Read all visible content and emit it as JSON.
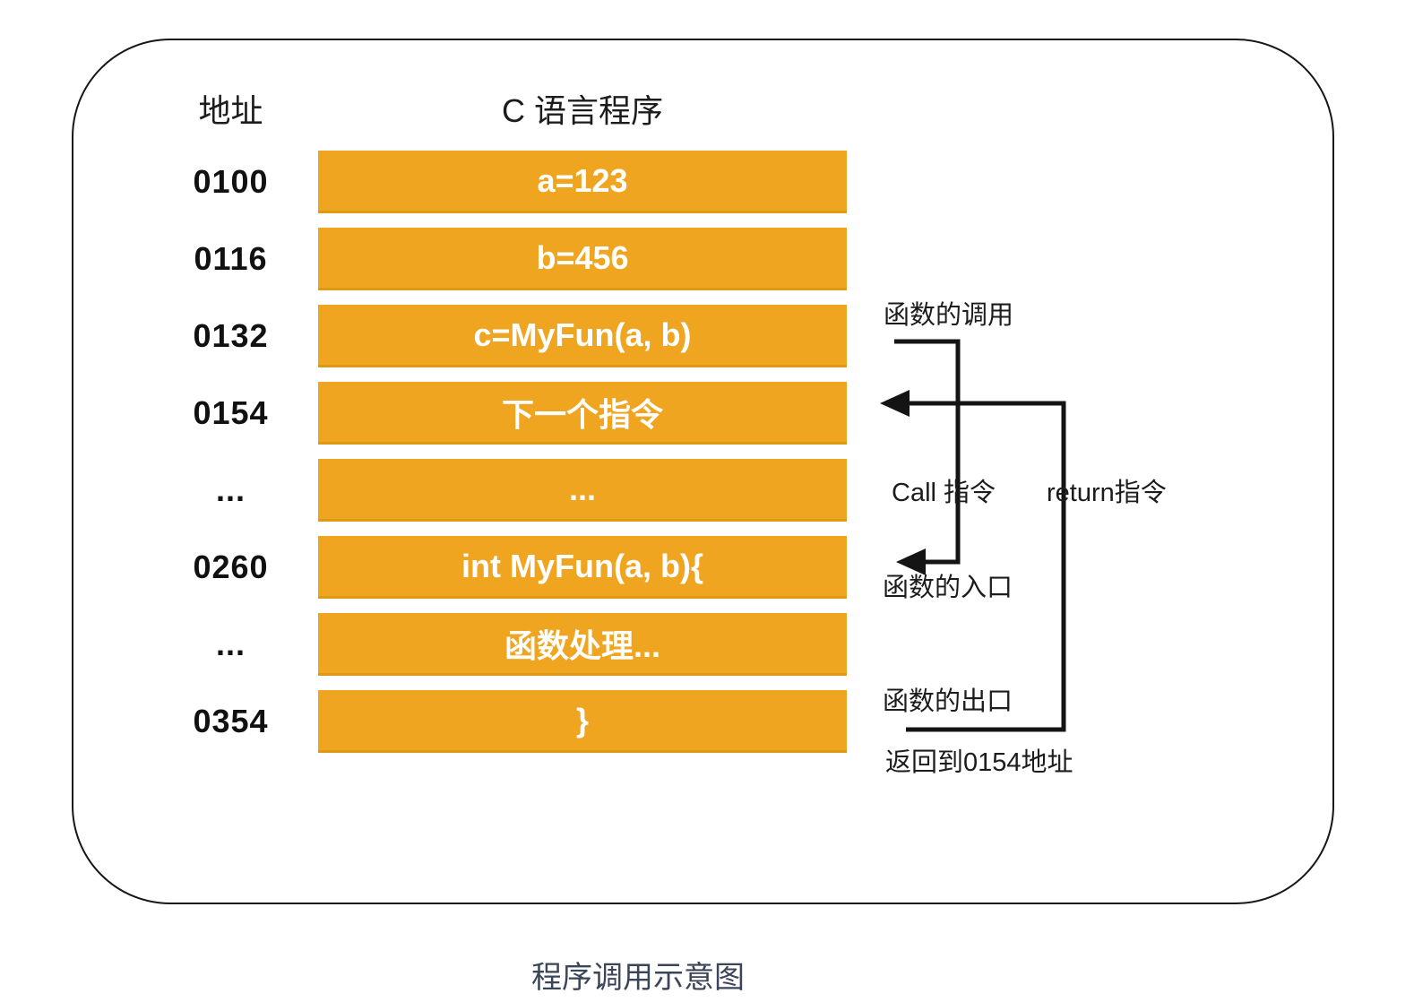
{
  "diagram": {
    "caption": "程序调用示意图",
    "headers": {
      "address": "地址",
      "program": "C 语言程序"
    },
    "rows": [
      {
        "address": "0100",
        "code": "a=123"
      },
      {
        "address": "0116",
        "code": "b=456"
      },
      {
        "address": "0132",
        "code": "c=MyFun(a, b)"
      },
      {
        "address": "0154",
        "code": "下一个指令"
      },
      {
        "address": "...",
        "code": "..."
      },
      {
        "address": "0260",
        "code": "int MyFun(a, b){"
      },
      {
        "address": "...",
        "code": "函数处理..."
      },
      {
        "address": "0354",
        "code": "}"
      }
    ],
    "annotations": {
      "call_label": "函数的调用",
      "call_instruction": "Call 指令",
      "return_instruction": "return指令",
      "entry_label": "函数的入口",
      "exit_label": "函数的出口",
      "return_note": "返回到0154地址"
    },
    "colors": {
      "bar_fill": "#EFA51F",
      "bar_edge": "#DD9A15",
      "bar_text": "#FFFFFF",
      "line": "#141414",
      "caption_text": "#3B4559"
    }
  }
}
